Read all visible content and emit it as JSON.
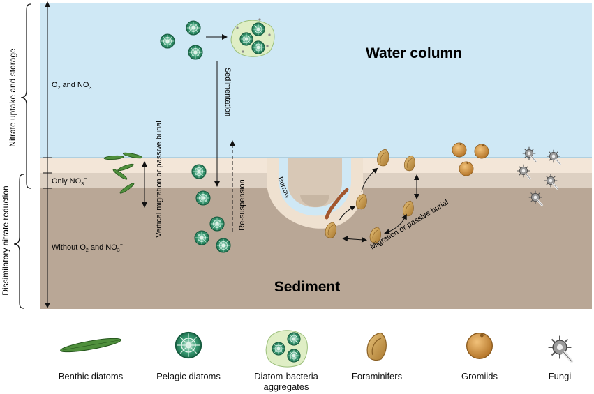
{
  "zones": {
    "water_column": "Water column",
    "sediment": "Sediment"
  },
  "brackets": {
    "nitrate_uptake": "Nitrate uptake and storage",
    "dissimilatory": "Dissimilatory nitrate reduction"
  },
  "depth_labels": {
    "o2_prefix": "O",
    "o2_sub": "2",
    "o2_mid": " and NO",
    "o2_sub2": "3",
    "o2_sup": "−",
    "only_prefix": "Only NO",
    "only_sub": "3",
    "only_sup": "−",
    "without_prefix": "Without O",
    "without_sub": "2",
    "without_mid": " and NO",
    "without_sub2": "3",
    "without_sup": "−"
  },
  "processes": {
    "sedimentation": "Sedimentation",
    "resuspension": "Re-suspension",
    "vertical_migration": "Vertical migration or passive burial",
    "burrow": "Burrow",
    "migration": "Migration or passive burial"
  },
  "legend": [
    {
      "label": "Benthic diatoms",
      "icon": "benthic-diatom-icon"
    },
    {
      "label": "Pelagic diatoms",
      "icon": "pelagic-diatom-icon"
    },
    {
      "label": "Diatom-bacteria aggregates",
      "icon": "aggregate-icon"
    },
    {
      "label": "Foraminifers",
      "icon": "foraminifer-icon"
    },
    {
      "label": "Gromiids",
      "icon": "gromiid-icon"
    },
    {
      "label": "Fungi",
      "icon": "fungi-icon"
    }
  ],
  "colors": {
    "water": "#cfe8f5",
    "oxic_layer": "#f3e6d8",
    "nitrate_layer": "#ddd0c2",
    "sediment": "#b9a796",
    "diatom_green": "#2e8b57",
    "foram": "#c49a4a",
    "gromiid": "#d99a3e",
    "fungi": "#9a9a9a"
  }
}
